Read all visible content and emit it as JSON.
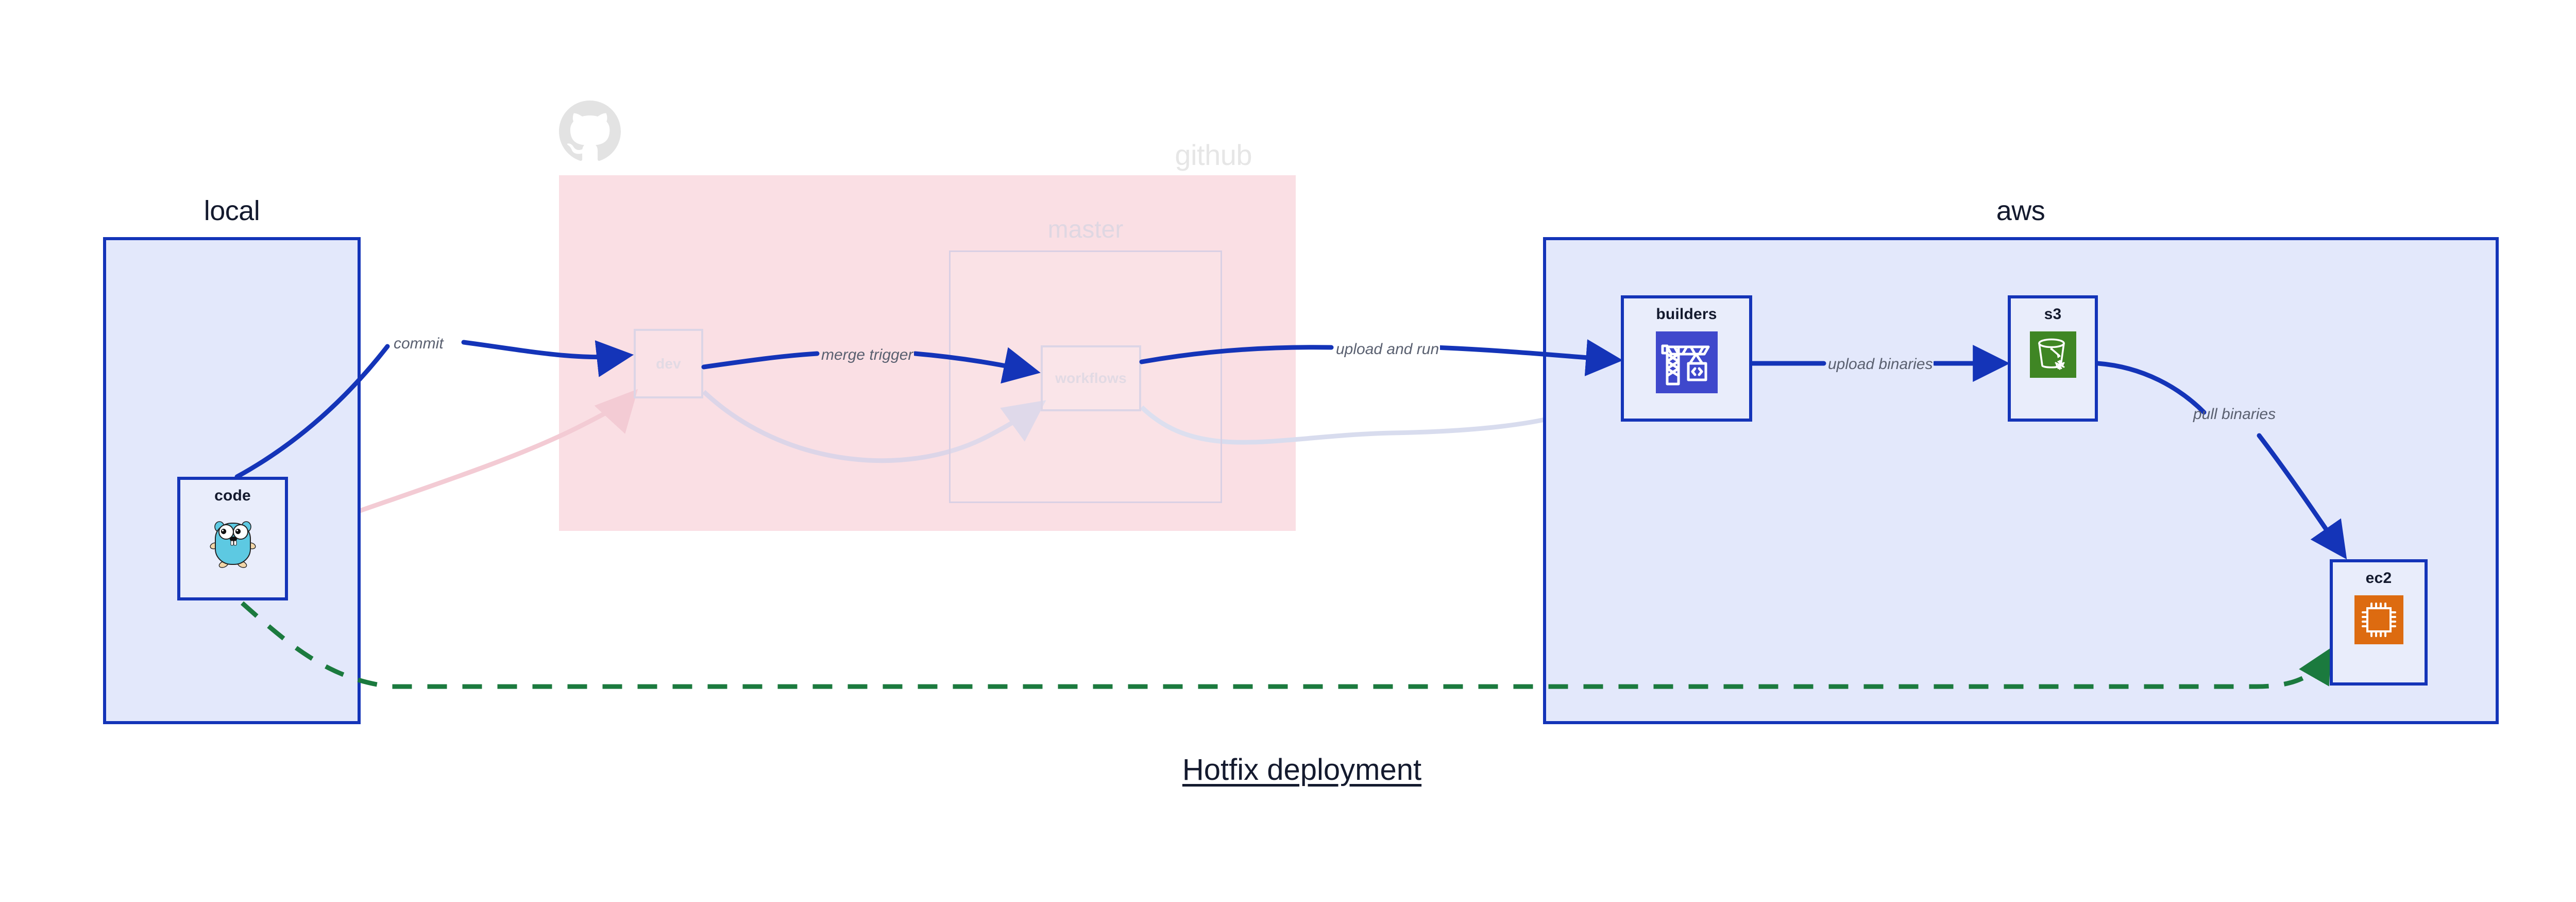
{
  "title": "Hotfix deployment",
  "groups": [
    {
      "id": "local",
      "label": "local"
    },
    {
      "id": "github",
      "label": "github"
    },
    {
      "id": "aws",
      "label": "aws"
    }
  ],
  "subgroups": [
    {
      "id": "master",
      "label": "master",
      "parent": "github"
    }
  ],
  "nodes": [
    {
      "id": "code",
      "label": "code",
      "icon": "go-gopher-icon",
      "group": "local",
      "state": "active"
    },
    {
      "id": "dev",
      "label": "dev",
      "icon": "none",
      "group": "github",
      "state": "faded"
    },
    {
      "id": "workflows",
      "label": "workflows",
      "icon": "none",
      "group": "master",
      "state": "faded"
    },
    {
      "id": "builders",
      "label": "builders",
      "icon": "aws-codebuild-icon",
      "group": "aws",
      "state": "active"
    },
    {
      "id": "s3",
      "label": "s3",
      "icon": "aws-s3-glacier-icon",
      "group": "aws",
      "state": "active"
    },
    {
      "id": "ec2",
      "label": "ec2",
      "icon": "aws-ec2-icon",
      "group": "aws",
      "state": "active"
    }
  ],
  "edges": [
    {
      "id": "commit",
      "from": "code",
      "to": "dev",
      "label": "commit",
      "style": "solid",
      "color": "#1434B8"
    },
    {
      "id": "merge-trigger",
      "from": "dev",
      "to": "workflows",
      "label": "merge trigger",
      "style": "solid",
      "color": "#1434B8"
    },
    {
      "id": "upload-and-run",
      "from": "workflows",
      "to": "builders",
      "label": "upload and run",
      "style": "solid",
      "color": "#1434B8"
    },
    {
      "id": "upload-binaries",
      "from": "builders",
      "to": "s3",
      "label": "upload binaries",
      "style": "solid",
      "color": "#1434B8"
    },
    {
      "id": "pull-binaries",
      "from": "s3",
      "to": "ec2",
      "label": "pull binaries",
      "style": "solid",
      "color": "#1434B8"
    },
    {
      "id": "hotfix-direct",
      "from": "code",
      "to": "ec2",
      "label": "",
      "style": "dashed",
      "color": "#1B7A3E"
    },
    {
      "id": "ghost-code-dev",
      "from": "code",
      "to": "dev",
      "label": "",
      "style": "solid",
      "color": "#F7DCE1"
    },
    {
      "id": "ghost-dev-workflows",
      "from": "dev",
      "to": "workflows",
      "label": "",
      "style": "solid",
      "color": "#DED7EA"
    },
    {
      "id": "ghost-workflows-builders",
      "from": "workflows",
      "to": "builders",
      "label": "",
      "style": "solid",
      "color": "#DCE2F6"
    }
  ],
  "colors": {
    "edge": "#1434B8",
    "hotfix_edge": "#1B7A3E",
    "group_border": "#1434B8",
    "group_fill": "#E3E8FB",
    "github_fill": "#FADFE4",
    "node_fill": "#E9EDFB",
    "label_text": "#5A6070",
    "title_text": "#141A2E",
    "codebuild": "#3F48CC",
    "s3_glacier": "#3F8624",
    "ec2": "#DD6B10",
    "gopher": "#5DC9E2"
  },
  "icon_names": {
    "github": "github-octocat-icon",
    "code": "go-gopher-icon",
    "builders": "aws-codebuild-crane-icon",
    "s3": "aws-s3-glacier-bucket-icon",
    "ec2": "aws-ec2-chip-icon"
  }
}
